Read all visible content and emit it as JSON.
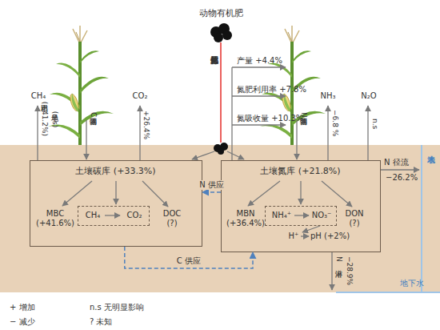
{
  "diagram": {
    "nodes": [
      {
        "text": [
          "土壤碳库 (+33.3%)",
          "MBC (+41.6%)",
          "DOC (?)"
        ]
      },
      {
        "text": [
          "CH₄",
          "CO₂"
        ],
        "in": 0
      },
      {
        "text": [
          "土壤氮库 (+21.8%)",
          "MBN (+36.4%)",
          "DON (?)",
          "H⁺",
          "pH (+2%)"
        ]
      },
      {
        "text": [
          "NH₄⁺",
          "NO₃⁻"
        ],
        "in": 2
      }
    ],
    "edges": [
      {
        "from": 2,
        "to": 0,
        "label": "N 供应",
        "arrow": "to"
      },
      {
        "from": 0,
        "to": 2,
        "label": "C 供应",
        "arrow": "to"
      }
    ],
    "labels": [
      "动物有机肥",
      "部分替代化肥施用",
      "CH₄",
      "稻田 (+41.2%)",
      "旱地 (n.s)",
      "凋落物C",
      "CO₂",
      "+26.4%",
      "产量 +4.4%",
      "氮肥利用率 +7.8%",
      "氮吸收量 +10.3%",
      "凋落物N",
      "NH₃",
      "−6.8 %",
      "N₂O",
      "n.s",
      "N 径流",
      "−26.2%",
      "N 淋溶",
      "−28.9%",
      "地表水",
      "地下水"
    ],
    "legend": [
      {
        "text": "+ 增加"
      },
      {
        "text": "n.s 无明显影响"
      },
      {
        "text": "− 减少"
      },
      {
        "text": "? 未知"
      }
    ]
  }
}
